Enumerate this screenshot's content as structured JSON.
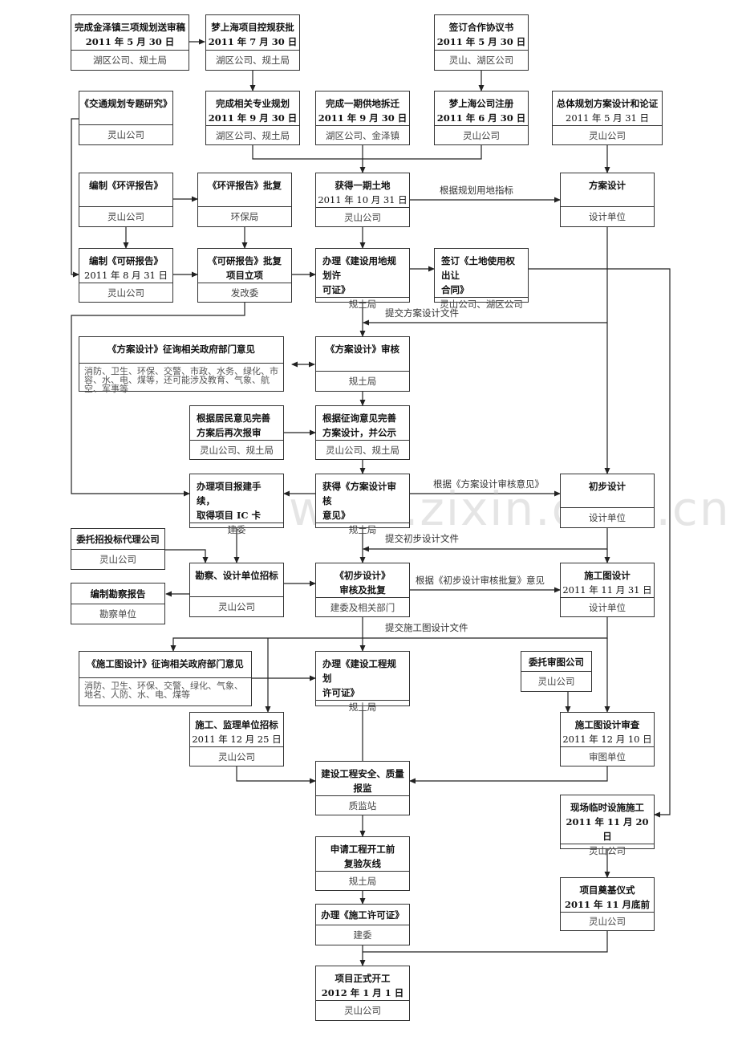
{
  "watermark": "www.zixin.com.cn",
  "nodes": {
    "n1": {
      "title": "完成金泽镇三项规划送审稿",
      "date": "2011 年 5 月 30 日",
      "org": "湖区公司、规土局"
    },
    "n2": {
      "title": "梦上海项目控规获批",
      "date": "2011 年 7 月 30 日",
      "org": "湖区公司、规土局"
    },
    "n3": {
      "title": "签订合作协议书",
      "date": "2011 年 5 月 30 日",
      "org": "灵山、湖区公司"
    },
    "n4": {
      "title": "《交通规划专题研究》",
      "org": "灵山公司"
    },
    "n5": {
      "title": "完成相关专业规划",
      "date": "2011 年 9 月 30 日",
      "org": "湖区公司、规土局"
    },
    "n6": {
      "title": "完成一期供地拆迁",
      "date": "2011 年 9 月 30 日",
      "org": "湖区公司、金泽镇"
    },
    "n7": {
      "title": "梦上海公司注册",
      "date": "2011 年 6 月 30 日",
      "org": "灵山公司"
    },
    "n8": {
      "title": "总体规划方案设计和论证",
      "date": "2011 年 5 月 31 日",
      "org": "灵山公司"
    },
    "n9": {
      "title": "编制《环评报告》",
      "org": "灵山公司"
    },
    "n10": {
      "title": "《环评报告》批复",
      "org": "环保局"
    },
    "n11": {
      "title": "获得一期土地",
      "date": "2011 年 10 月 31 日",
      "org": "灵山公司"
    },
    "n12": {
      "title": "方案设计",
      "org": "设计单位"
    },
    "n13": {
      "title": "编制《可研报告》",
      "date": "2011 年 8 月 31 日",
      "org": "灵山公司"
    },
    "n14": {
      "title": "《可研报告》批复",
      "line2": "项目立项",
      "org": "发改委"
    },
    "n15": {
      "title": "办理《建设用地规划许",
      "line2": "可证》",
      "org": "规土局"
    },
    "n16": {
      "title": "签订《土地使用权出让",
      "line2": "合同》",
      "org": "灵山公司、湖区公司"
    },
    "n17": {
      "title": "《方案设计》征询相关政府部门意见",
      "detail": "消防、卫生、环保、交警、市政、水务、绿化、市容、水、电、煤等，还可能涉及教育、气象、航空、军事等"
    },
    "n18": {
      "title": "《方案设计》审核",
      "org": "规土局"
    },
    "n19": {
      "title": "根据居民意见完善",
      "line2": "方案后再次报审",
      "org": "灵山公司、规土局"
    },
    "n20": {
      "title": "根据征询意见完善",
      "line2": "方案设计，并公示",
      "org": "灵山公司、规土局"
    },
    "n21": {
      "title": "办理项目报建手续，",
      "line2": "取得项目 IC 卡",
      "org": "建委"
    },
    "n22": {
      "title": "获得《方案设计审核",
      "line2": "意见》",
      "org": "规土局"
    },
    "n23": {
      "title": "初步设计",
      "org": "设计单位"
    },
    "n24": {
      "title": "委托招投标代理公司",
      "org": "灵山公司"
    },
    "n25": {
      "title": "勘察、设计单位招标",
      "org": "灵山公司"
    },
    "n26": {
      "title": "《初步设计》",
      "line2": "审核及批复",
      "org": "建委及相关部门"
    },
    "n27": {
      "title": "施工图设计",
      "date": "2011 年 11 月 31 日",
      "org": "设计单位"
    },
    "n28": {
      "title": "编制勘察报告",
      "org": "勘察单位"
    },
    "n29": {
      "title": "《施工图设计》征询相关政府部门意见",
      "detail": "消防、卫生、环保、交警、绿化、气象、地名、人防、水、电、煤等"
    },
    "n30": {
      "title": "办理《建设工程规划",
      "line2": "许可证》",
      "org": "规土局"
    },
    "n31": {
      "title": "委托审图公司",
      "org": "灵山公司"
    },
    "n32": {
      "title": "施工、监理单位招标",
      "date": "2011 年 12 月 25 日",
      "org": "灵山公司"
    },
    "n33": {
      "title": "施工图设计审查",
      "date": "2011 年 12 月 10 日",
      "org": "审图单位"
    },
    "n34": {
      "title": "建设工程安全、质量",
      "line2": "报监",
      "org": "质监站"
    },
    "n35": {
      "title": "现场临时设施施工",
      "date": "2011 年 11 月 20 日",
      "org": "灵山公司"
    },
    "n36": {
      "title": "申请工程开工前",
      "line2": "复验灰线",
      "org": "规土局"
    },
    "n37": {
      "title": "项目奠基仪式",
      "date": "2011 年 11 月底前",
      "org": "灵山公司"
    },
    "n38": {
      "title": "办理《施工许可证》",
      "org": "建委"
    },
    "n39": {
      "title": "项目正式开工",
      "date": "2012 年 1 月 1 日",
      "org": "灵山公司"
    }
  },
  "edge_labels": {
    "e1": "根据规划用地指标",
    "e2": "提交方案设计文件",
    "e3": "根据《方案设计审核意见》",
    "e4": "提交初步设计文件",
    "e5": "根据《初步设计审核批复》意见",
    "e6": "提交施工图设计文件"
  },
  "colors": {
    "line": "#222222",
    "border": "#333333",
    "org_text": "#444444"
  }
}
